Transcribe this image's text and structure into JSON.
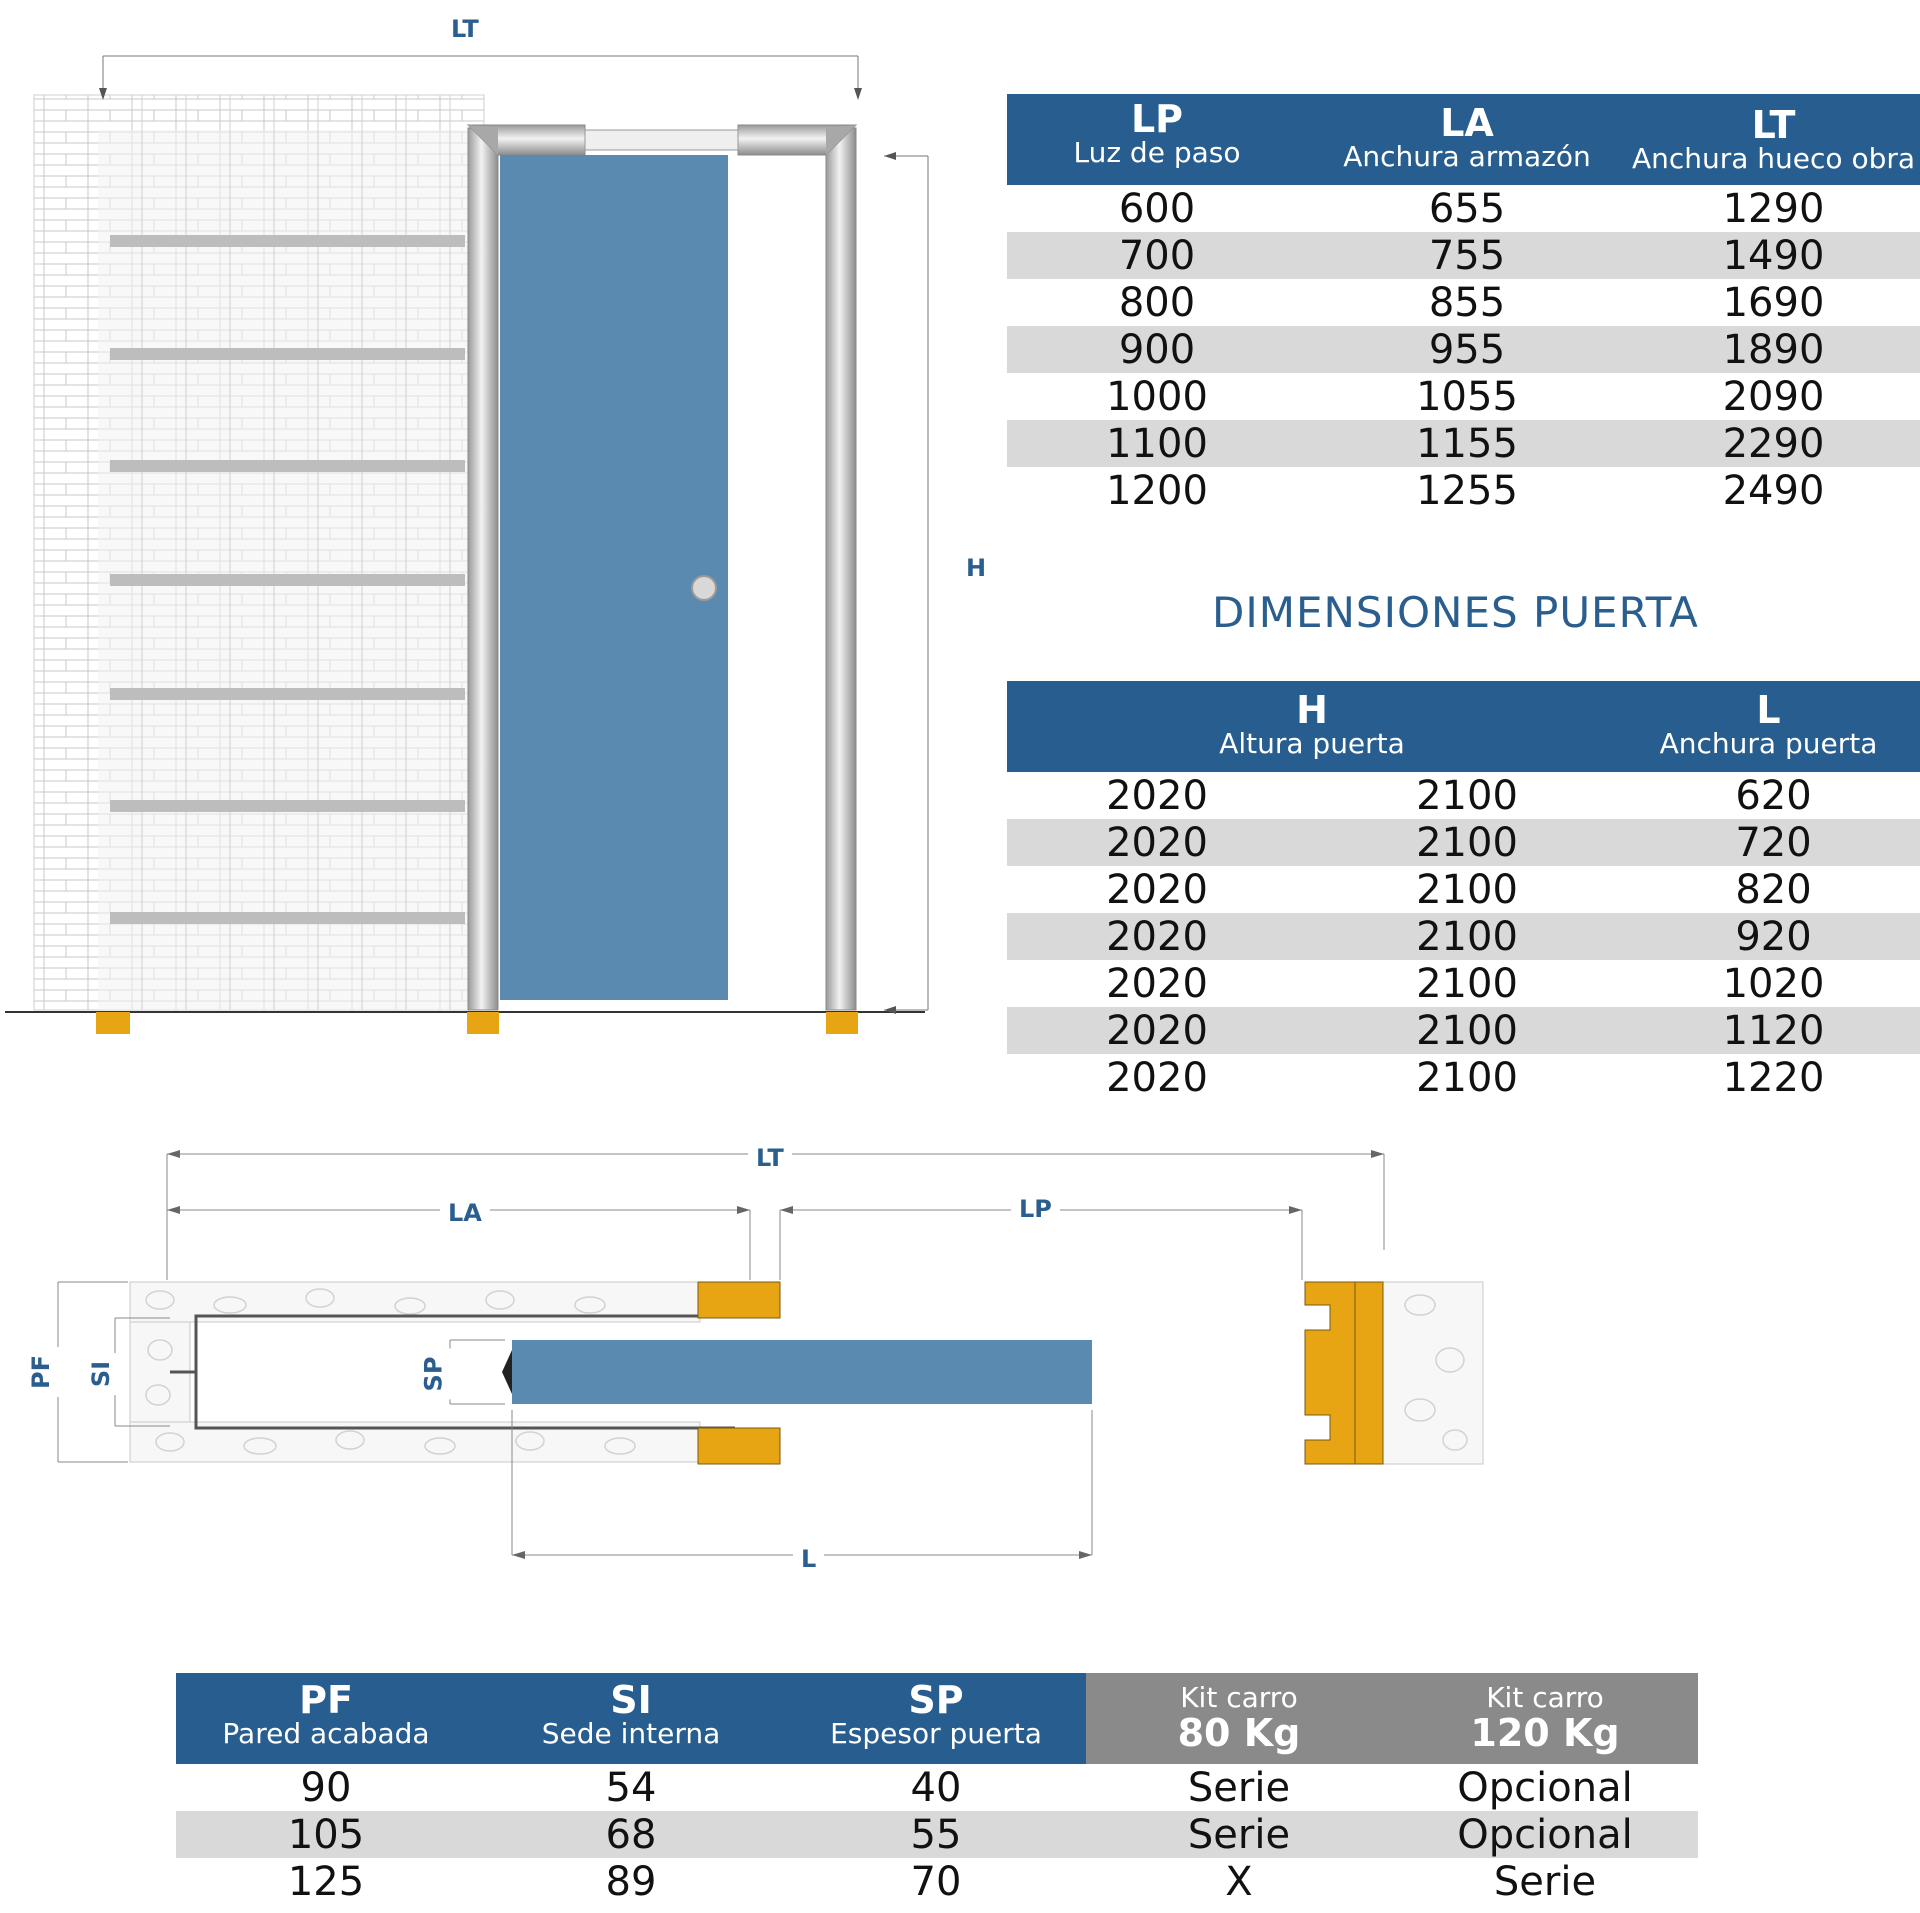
{
  "elevation": {
    "dim_lt": "LT",
    "dim_h": "H"
  },
  "table_frame": {
    "headers": [
      {
        "key": "LP",
        "desc": "Luz de paso"
      },
      {
        "key": "LA",
        "desc": "Anchura armazón"
      },
      {
        "key": "LT",
        "desc": "Anchura hueco obra"
      }
    ],
    "rows": [
      [
        "600",
        "655",
        "1290"
      ],
      [
        "700",
        "755",
        "1490"
      ],
      [
        "800",
        "855",
        "1690"
      ],
      [
        "900",
        "955",
        "1890"
      ],
      [
        "1000",
        "1055",
        "2090"
      ],
      [
        "1100",
        "1155",
        "2290"
      ],
      [
        "1200",
        "1255",
        "2490"
      ]
    ]
  },
  "door_title": "DIMENSIONES PUERTA",
  "table_door": {
    "headers": [
      {
        "key": "H",
        "desc": "Altura puerta"
      },
      {
        "key": "L",
        "desc": "Anchura puerta"
      }
    ],
    "rows": [
      [
        "2020",
        "2100",
        "620"
      ],
      [
        "2020",
        "2100",
        "720"
      ],
      [
        "2020",
        "2100",
        "820"
      ],
      [
        "2020",
        "2100",
        "920"
      ],
      [
        "2020",
        "2100",
        "1020"
      ],
      [
        "2020",
        "2100",
        "1120"
      ],
      [
        "2020",
        "2100",
        "1220"
      ]
    ]
  },
  "plan": {
    "dim_lt": "LT",
    "dim_la": "LA",
    "dim_lp": "LP",
    "dim_l": "L",
    "dim_pf": "PF",
    "dim_si": "SI",
    "dim_sp": "SP"
  },
  "table_bottom": {
    "headers": [
      {
        "key": "PF",
        "desc": "Pared acabada",
        "style": "blue"
      },
      {
        "key": "SI",
        "desc": "Sede interna",
        "style": "blue"
      },
      {
        "key": "SP",
        "desc": "Espesor puerta",
        "style": "blue"
      },
      {
        "key": "80 Kg",
        "desc": "Kit carro",
        "style": "gray"
      },
      {
        "key": "120 Kg",
        "desc": "Kit carro",
        "style": "gray"
      }
    ],
    "rows": [
      [
        "90",
        "54",
        "40",
        "Serie",
        "Opcional"
      ],
      [
        "105",
        "68",
        "55",
        "Serie",
        "Opcional"
      ],
      [
        "125",
        "89",
        "70",
        "X",
        "Serie"
      ]
    ]
  },
  "colors": {
    "header_blue": "#275d8f",
    "header_gray": "#8a8a8a",
    "row_stripe": "#d9d9d9",
    "door_blue": "#5a8ab0",
    "wood_amber": "#e7a413",
    "label_blue": "#2a5e8e"
  }
}
